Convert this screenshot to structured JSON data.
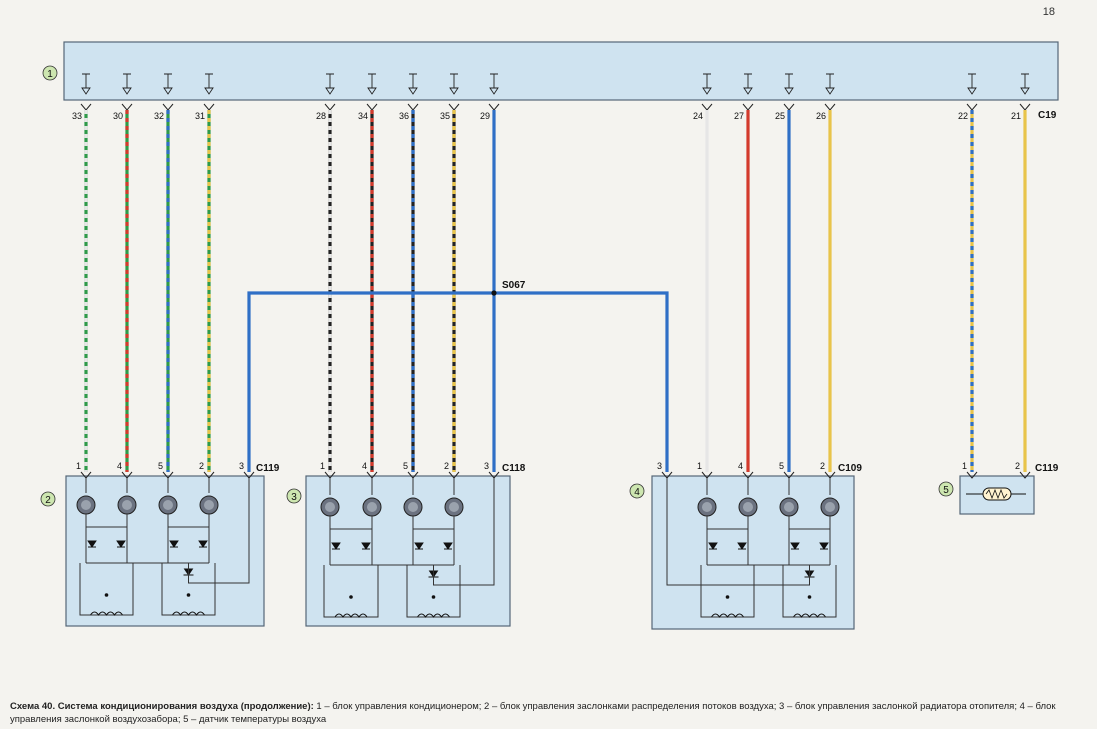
{
  "page_number": "18",
  "caption": {
    "title": "Схема 40. Система кондиционирования воздуха (продолжение):",
    "text": " 1 – блок управления кондиционером; 2 – блок управления заслонками распределения потоков воздуха; 3 – блок управления заслонкой радиатора отопителя; 4 – блок управления заслонкой воздухозабора; 5 – датчик температуры воздуха"
  },
  "components": {
    "c1": "1",
    "c2": "2",
    "c3": "3",
    "c4": "4",
    "c5": "5"
  },
  "connectors": {
    "top": "C19",
    "block2": "C119",
    "block3": "C118",
    "block4": "C109",
    "block5": "C119"
  },
  "splice": "S067",
  "top_pins": [
    "33",
    "30",
    "32",
    "31",
    "28",
    "34",
    "36",
    "35",
    "29",
    "24",
    "27",
    "25",
    "26",
    "22",
    "21"
  ],
  "block2_pins": [
    "1",
    "4",
    "5",
    "2",
    "3"
  ],
  "block3_pins": [
    "1",
    "4",
    "5",
    "2",
    "3"
  ],
  "block4_pins": [
    "3",
    "1",
    "4",
    "5",
    "2"
  ],
  "block5_pins": [
    "1",
    "2"
  ],
  "colors": {
    "panel_fill": "#cfe3f0",
    "panel_stroke": "#556677",
    "wire_blue": "#2f6fc6",
    "wire_red": "#d33a2c",
    "wire_yellow": "#e8c44a",
    "wire_green": "#2f9a4a",
    "wire_black": "#222222",
    "wire_white": "#e6e6e6"
  }
}
